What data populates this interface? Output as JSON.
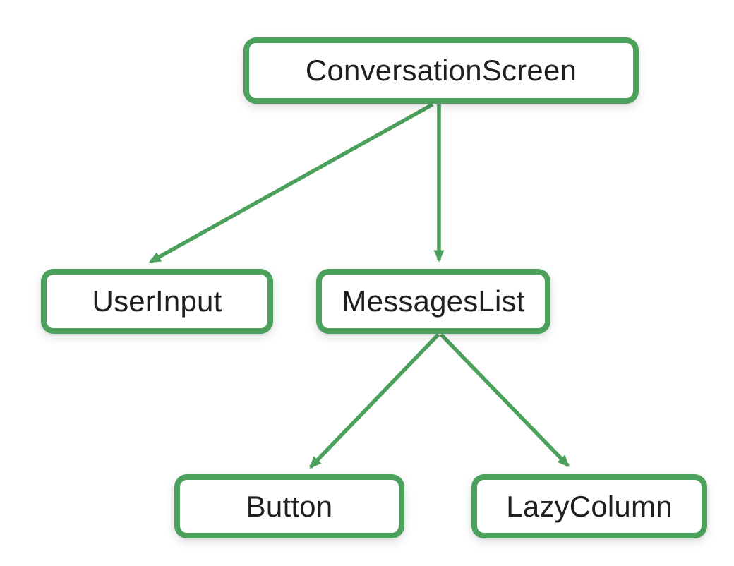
{
  "diagram": {
    "type": "ui-hierarchy-tree",
    "accent_color": "#4BA05B",
    "text_color": "#1f1f1f",
    "nodes": {
      "root": {
        "label": "ConversationScreen"
      },
      "user_input": {
        "label": "UserInput"
      },
      "messages_list": {
        "label": "MessagesList"
      },
      "button": {
        "label": "Button"
      },
      "lazy_column": {
        "label": "LazyColumn"
      }
    },
    "edges": [
      {
        "from": "ConversationScreen",
        "to": "UserInput"
      },
      {
        "from": "ConversationScreen",
        "to": "MessagesList"
      },
      {
        "from": "MessagesList",
        "to": "Button"
      },
      {
        "from": "MessagesList",
        "to": "LazyColumn"
      }
    ]
  }
}
